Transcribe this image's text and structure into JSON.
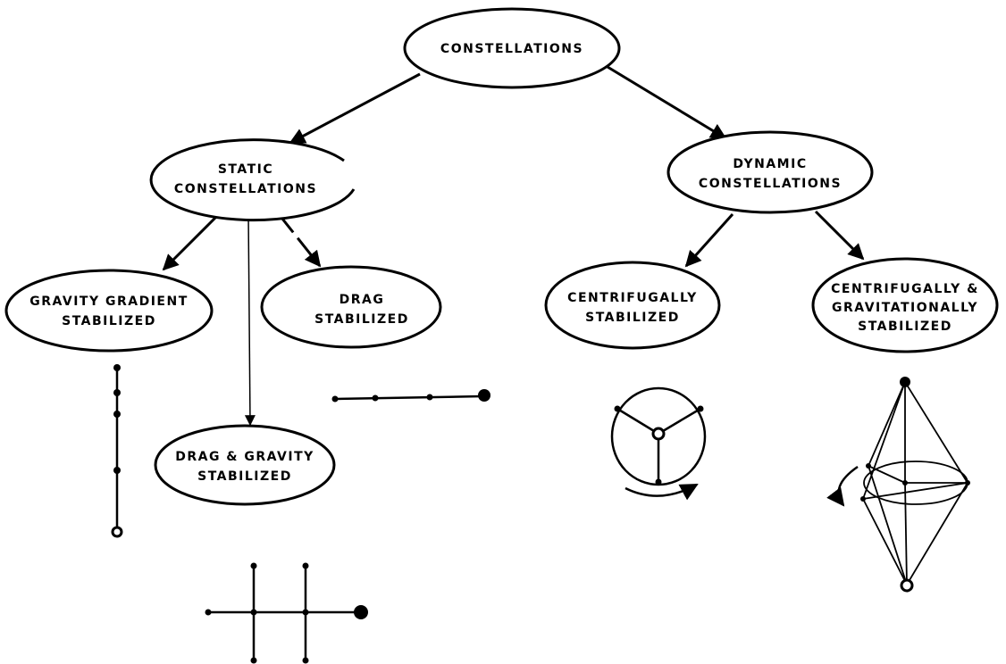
{
  "nodes": {
    "root": {
      "lines": [
        "CONSTELLATIONS"
      ]
    },
    "static": {
      "lines": [
        "STATIC",
        "CONSTELLATIONS"
      ]
    },
    "dynamic": {
      "lines": [
        "DYNAMIC",
        "CONSTELLATIONS"
      ]
    },
    "gravity_gradient": {
      "lines": [
        "GRAVITY GRADIENT",
        "STABILIZED"
      ]
    },
    "drag": {
      "lines": [
        "DRAG",
        "STABILIZED"
      ]
    },
    "drag_gravity": {
      "lines": [
        "DRAG & GRAVITY",
        "STABILIZED"
      ]
    },
    "centrifugally": {
      "lines": [
        "CENTRIFUGALLY",
        "STABILIZED"
      ]
    },
    "centrifugally_gravitationally": {
      "lines": [
        "CENTRIFUGALLY &",
        "GRAVITATIONALLY",
        "STABILIZED"
      ]
    }
  },
  "colors": {
    "ink": "#000000",
    "paper": "#ffffff"
  }
}
